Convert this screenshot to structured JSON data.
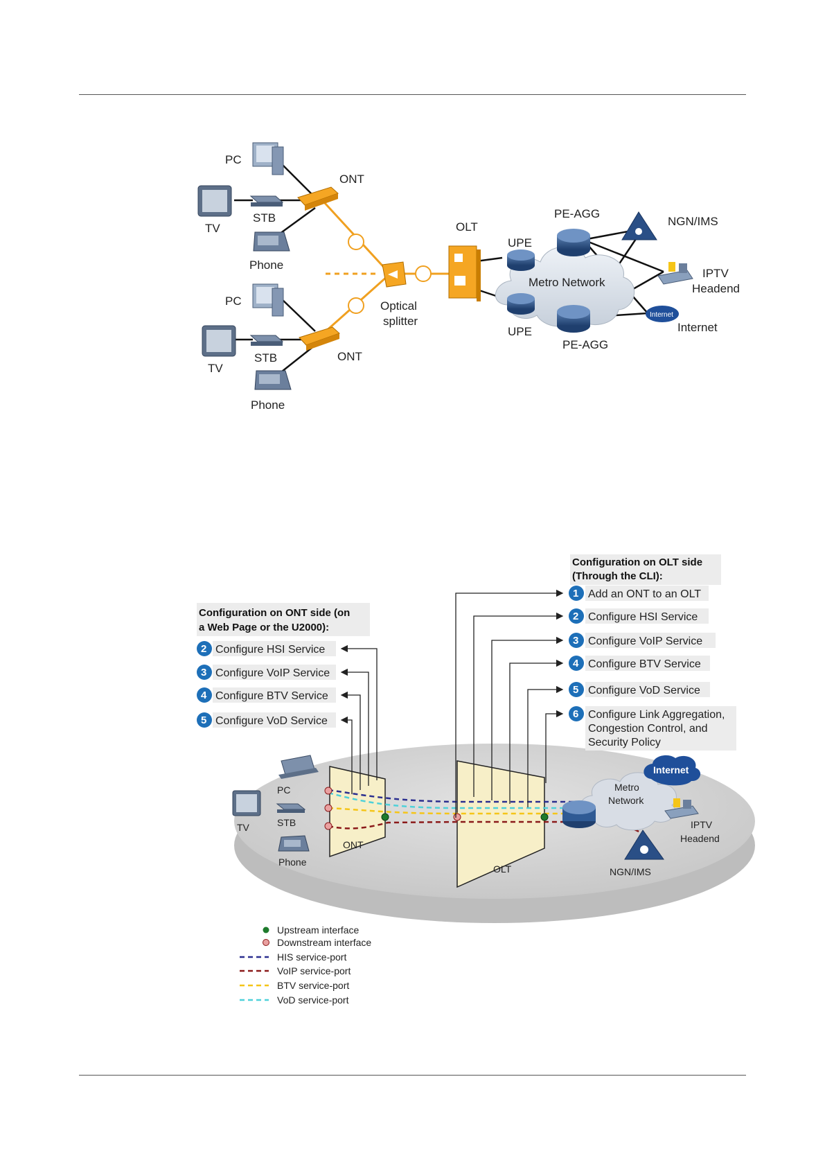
{
  "topology": {
    "pc_top": "PC",
    "ont_top": "ONT",
    "tv_top": "TV",
    "stb_top": "STB",
    "phone_top": "Phone",
    "pc_bot": "PC",
    "ont_bot": "ONT",
    "tv_bot": "TV",
    "stb_bot": "STB",
    "phone_bot": "Phone",
    "optical_splitter_line1": "Optical",
    "optical_splitter_line2": "splitter",
    "olt": "OLT",
    "upe_top": "UPE",
    "upe_bot": "UPE",
    "pe_agg_top": "PE-AGG",
    "pe_agg_bot": "PE-AGG",
    "metro_network": "Metro Network",
    "ngn_ims": "NGN/IMS",
    "iptv_line1": "IPTV",
    "iptv_line2": "Headend",
    "internet": "Internet",
    "internet_cloud": "Internet"
  },
  "config": {
    "ont_header_line1": "Configuration on ONT side (on",
    "ont_header_line2": "a Web Page or the U2000):",
    "ont_steps": [
      {
        "num": "2",
        "label": "Configure HSI Service"
      },
      {
        "num": "3",
        "label": "Configure VoIP Service"
      },
      {
        "num": "4",
        "label": "Configure BTV Service"
      },
      {
        "num": "5",
        "label": "Configure VoD Service"
      }
    ],
    "olt_header_line1": "Configuration on OLT side",
    "olt_header_line2": "(Through the CLI):",
    "olt_steps": [
      {
        "num": "1",
        "label": "Add an ONT to an OLT"
      },
      {
        "num": "2",
        "label": "Configure HSI Service"
      },
      {
        "num": "3",
        "label": "Configure VoIP Service"
      },
      {
        "num": "4",
        "label": "Configure BTV Service"
      },
      {
        "num": "5",
        "label": "Configure VoD Service"
      },
      {
        "num": "6",
        "label": "Configure Link Aggregation,",
        "line2": "Congestion Control, and",
        "line3": "Security Policy"
      }
    ],
    "pc": "PC",
    "tv": "TV",
    "stb": "STB",
    "phone": "Phone",
    "ont": "ONT",
    "olt": "OLT",
    "metro_line1": "Metro",
    "metro_line2": "Network",
    "internet": "Internet",
    "iptv_line1": "IPTV",
    "iptv_line2": "Headend",
    "ngn_ims": "NGN/IMS"
  },
  "legend": [
    {
      "label": "Upstream interface",
      "color": "#1e7a2c",
      "kind": "dot"
    },
    {
      "label": "Downstream interface",
      "color": "#e9a0a0",
      "kind": "dot"
    },
    {
      "label": "HIS service-port",
      "color": "#2b2f8f",
      "kind": "dash"
    },
    {
      "label": "VoIP service-port",
      "color": "#8b1a1a",
      "kind": "dash"
    },
    {
      "label": "BTV service-port",
      "color": "#f5c518",
      "kind": "dash"
    },
    {
      "label": "VoD service-port",
      "color": "#4fd1d9",
      "kind": "dash"
    }
  ],
  "colors": {
    "fiber": "#f0a020",
    "badge": "#1d6fb8",
    "his": "#2b2f8f",
    "voip": "#8b1a1a",
    "btv": "#f5c518",
    "vod": "#4fd1d9"
  }
}
